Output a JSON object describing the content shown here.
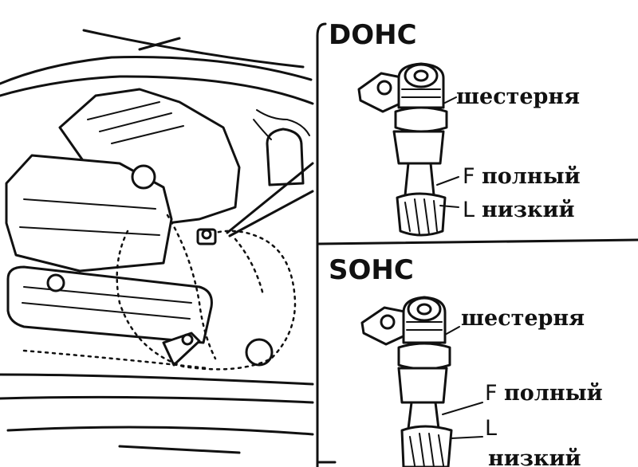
{
  "sections": [
    {
      "header": "DOHC",
      "labels": {
        "gear": "шестерня",
        "full_letter": "F",
        "full": "полный",
        "low_letter": "L",
        "low": "низкий"
      }
    },
    {
      "header": "SOHC",
      "labels": {
        "gear": "шестерня",
        "full_letter": "F",
        "full": "полный",
        "low_letter": "L",
        "low": "низкий"
      }
    }
  ]
}
